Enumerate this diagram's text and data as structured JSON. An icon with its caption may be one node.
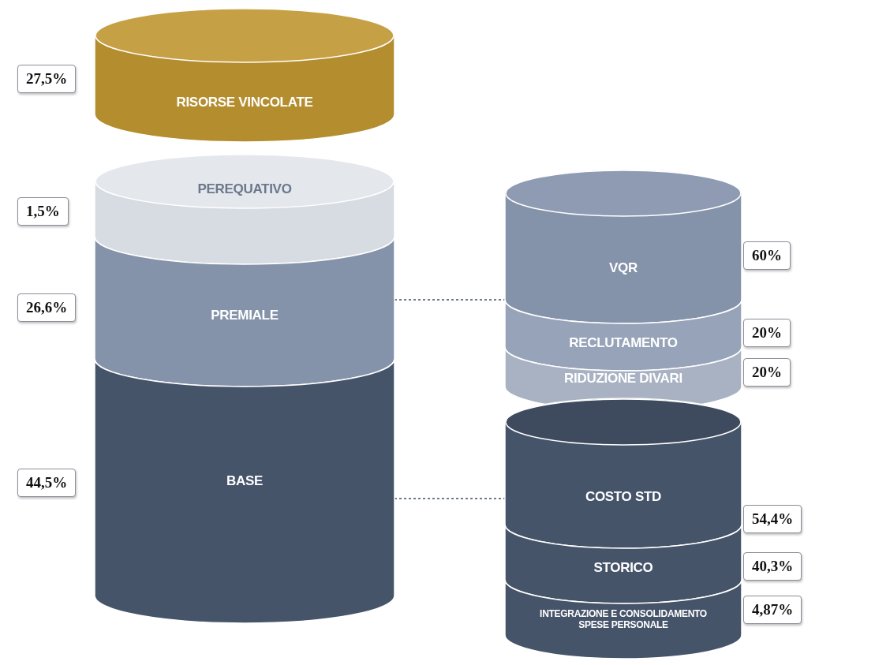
{
  "diagram": {
    "nodes": [
      {
        "text": [
          "RISORSE VINCOLATE"
        ],
        "beside": [
          "27,5%"
        ]
      },
      {
        "text": [
          "PEREQUATIVO"
        ],
        "beside": [
          "1,5%"
        ]
      },
      {
        "text": [
          "PREMIALE"
        ],
        "beside": [
          "26,6%"
        ]
      },
      {
        "text": [
          "BASE"
        ],
        "beside": [
          "44,5%"
        ]
      },
      {
        "text": [
          "VQR"
        ],
        "beside": [
          "60%"
        ]
      },
      {
        "text": [
          "RECLUTAMENTO"
        ],
        "beside": [
          "20%"
        ]
      },
      {
        "text": [
          "RIDUZIONE DIVARI"
        ],
        "beside": [
          "20%"
        ]
      },
      {
        "text": [
          "COSTO STD"
        ],
        "beside": [
          "54,4%"
        ]
      },
      {
        "text": [
          "STORICO"
        ],
        "beside": [
          "40,3%"
        ]
      },
      {
        "text": [
          "INTEGRAZIONE E CONSOLIDAMENTO SPESE PERSONALE"
        ],
        "beside": [
          "4,87%"
        ]
      }
    ],
    "edges": [
      {
        "from": 2,
        "to": 4,
        "arrow": "none",
        "style": "dashed"
      },
      {
        "from": 3,
        "to": 7,
        "arrow": "none",
        "style": "dashed"
      }
    ]
  }
}
